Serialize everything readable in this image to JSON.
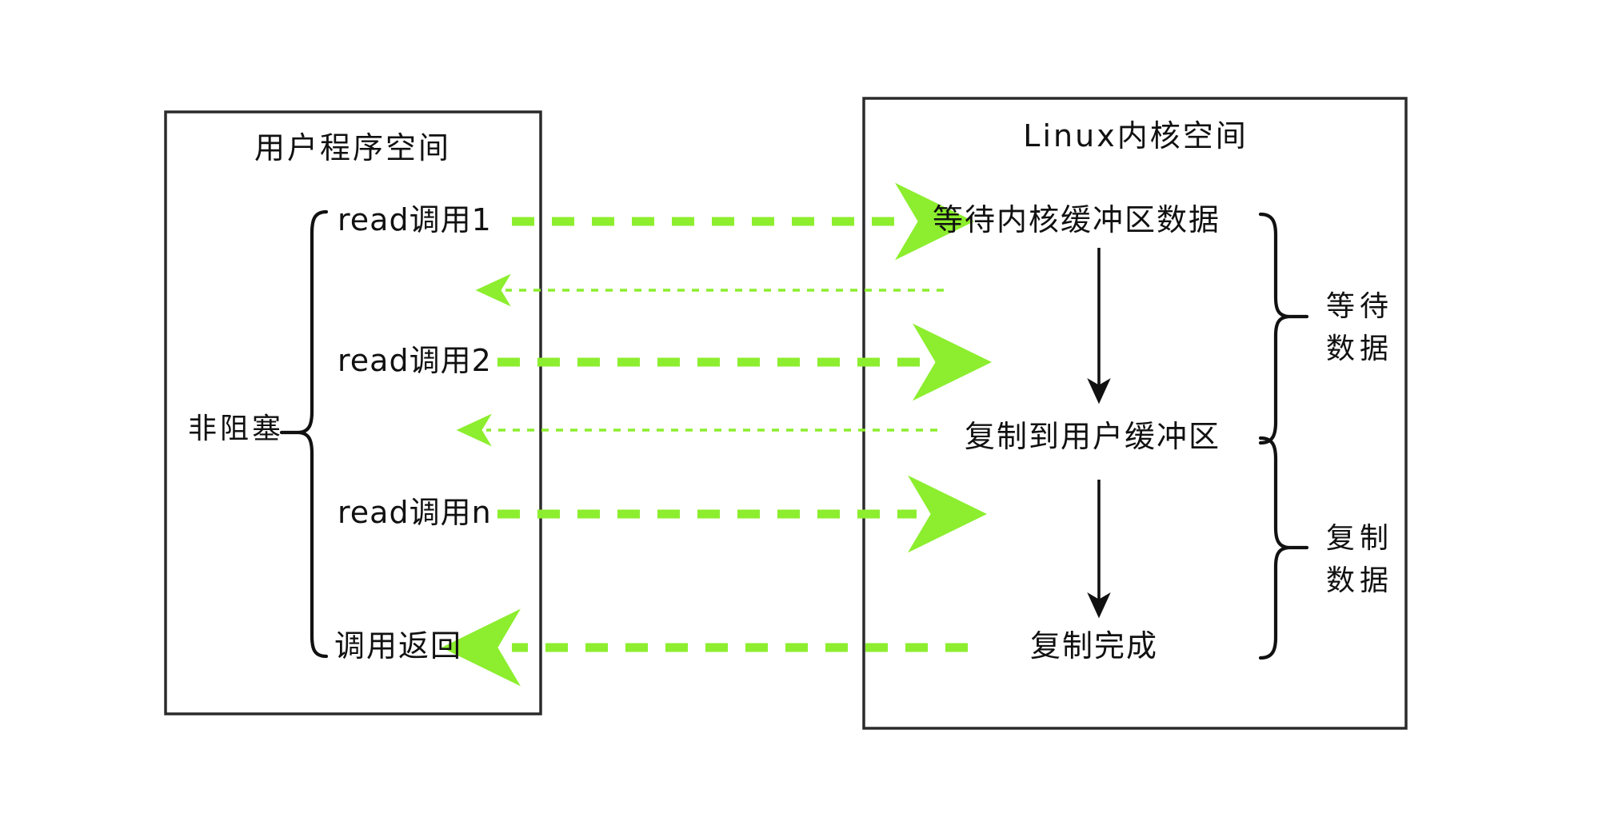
{
  "diagram": {
    "title_left": "用户程序空间",
    "title_right": "Linux内核空间",
    "colors": {
      "arrow_green": "#8CEE2E",
      "line_black": "#111111",
      "box_border": "#2b2b2b",
      "background": "#ffffff"
    }
  },
  "user_space": {
    "box_label": "用户程序空间",
    "brace_label": "非阻塞",
    "calls": [
      {
        "id": "read-call-1",
        "label": "read调用1"
      },
      {
        "id": "read-call-2",
        "label": "read调用2"
      },
      {
        "id": "read-call-n",
        "label": "read调用n"
      },
      {
        "id": "call-return",
        "label": "调用返回"
      }
    ]
  },
  "kernel_space": {
    "box_label": "Linux内核空间",
    "steps": [
      {
        "id": "wait-kernel-buffer-data",
        "label": "等待内核缓冲区数据"
      },
      {
        "id": "copy-to-user-buffer",
        "label": "复制到用户缓冲区"
      },
      {
        "id": "copy-complete",
        "label": "复制完成"
      }
    ],
    "phases": [
      {
        "id": "wait-data",
        "line1": "等待",
        "line2": "数据"
      },
      {
        "id": "copy-data",
        "line1": "复制",
        "line2": "数据"
      }
    ]
  },
  "flows": {
    "requests": [
      {
        "id": "request-1",
        "from": "read调用1",
        "to": "等待内核缓冲区数据",
        "style": "thick-dashed-green"
      },
      {
        "id": "request-2",
        "from": "read调用2",
        "to": "等待内核缓冲区数据",
        "style": "thick-dashed-green"
      },
      {
        "id": "request-n",
        "from": "read调用n",
        "to": "等待内核缓冲区数据",
        "style": "thick-dashed-green"
      }
    ],
    "responses": [
      {
        "id": "response-1",
        "from": "内核",
        "to": "read调用1",
        "style": "thin-dashed-green"
      },
      {
        "id": "response-2",
        "from": "内核",
        "to": "read调用2",
        "style": "thin-dashed-green"
      }
    ],
    "final_return": {
      "id": "final-return",
      "from": "复制完成",
      "to": "调用返回",
      "style": "thick-dashed-green"
    },
    "kernel_internal": [
      {
        "id": "kernel-step-1-to-2",
        "style": "thin-solid-black"
      },
      {
        "id": "kernel-step-2-to-3",
        "style": "thin-solid-black"
      }
    ]
  }
}
